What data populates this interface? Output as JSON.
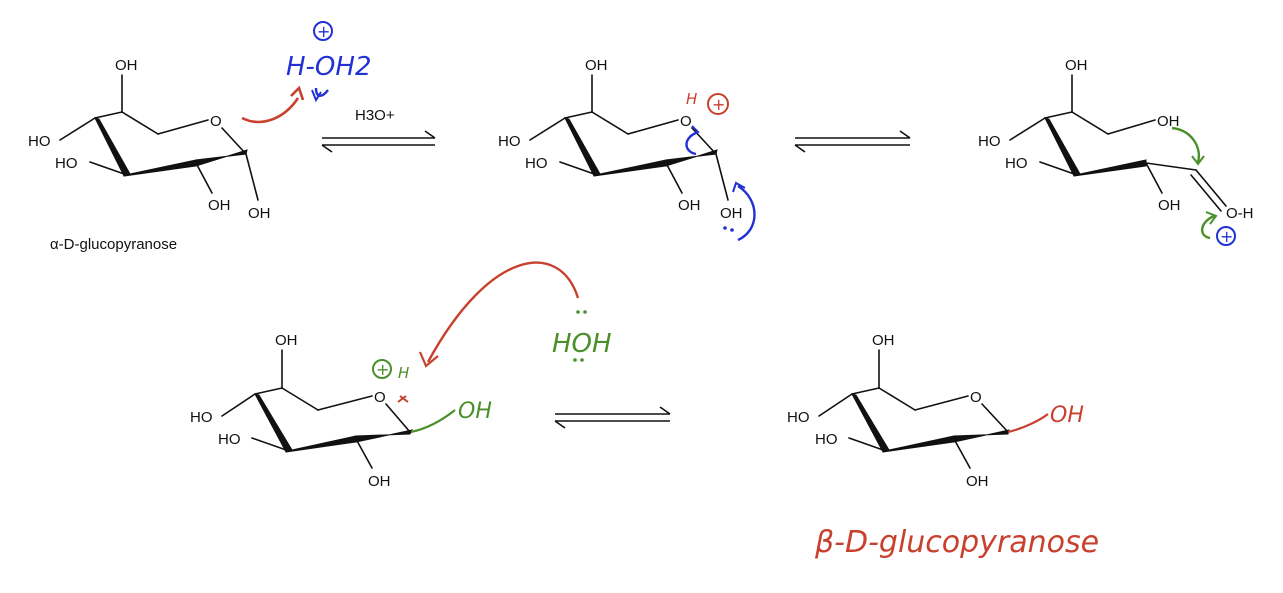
{
  "colors": {
    "ink": "#111111",
    "red": "#c8412f",
    "blue": "#2231d4",
    "green": "#4a8f2a"
  },
  "reagent": "H3O+",
  "names": {
    "alpha": "α-D-glucopyranose",
    "beta": "β-D-glucopyranose"
  },
  "labels": {
    "oh": "OH",
    "ho": "HO",
    "o": "O",
    "h": "H"
  },
  "annotations": {
    "hydronium": "H-OH2",
    "charge": "+",
    "protonated_h": "H",
    "water_green": "HOH",
    "oh_green": "OH",
    "oh_red": "OH",
    "carbonyl_h": "O-H"
  }
}
